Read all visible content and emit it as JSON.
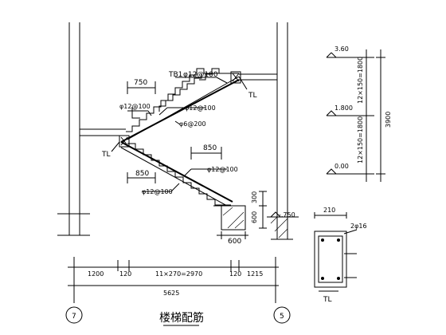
{
  "drawing": {
    "title": "楼梯配筋",
    "labels": {
      "tb1": "TB1",
      "rebar_top": "φ12@100",
      "rebar_upper_mid": "φ12@100",
      "rebar_upper_left": "φ12@100",
      "dist_rebar": "φ6@200",
      "rebar_lower_right": "φ12@100",
      "rebar_lower_left": "φ12@100",
      "tl_top": "TL",
      "tl_mid": "TL",
      "dim_750": "750",
      "dim_850_upper": "850",
      "dim_850_lower": "850",
      "dim_300": "300",
      "dim_600_v": "600",
      "dim_600_h": "600",
      "elev_neg": "-.750",
      "dim_210": "210",
      "beam_rebar": "2φ16",
      "section_label": "TL"
    },
    "elevations": {
      "e1": "3.60",
      "e2": "1.800",
      "e3": "0.00",
      "seg_upper": "12×150=1800",
      "seg_lower": "12×150=1800",
      "total": "3900"
    },
    "bottom_dims": {
      "d1": "1200",
      "d2": "120",
      "d3": "11×270=2970",
      "d4": "120",
      "d5": "1215",
      "total": "5625"
    },
    "axes": {
      "left": "7",
      "right": "5"
    }
  }
}
